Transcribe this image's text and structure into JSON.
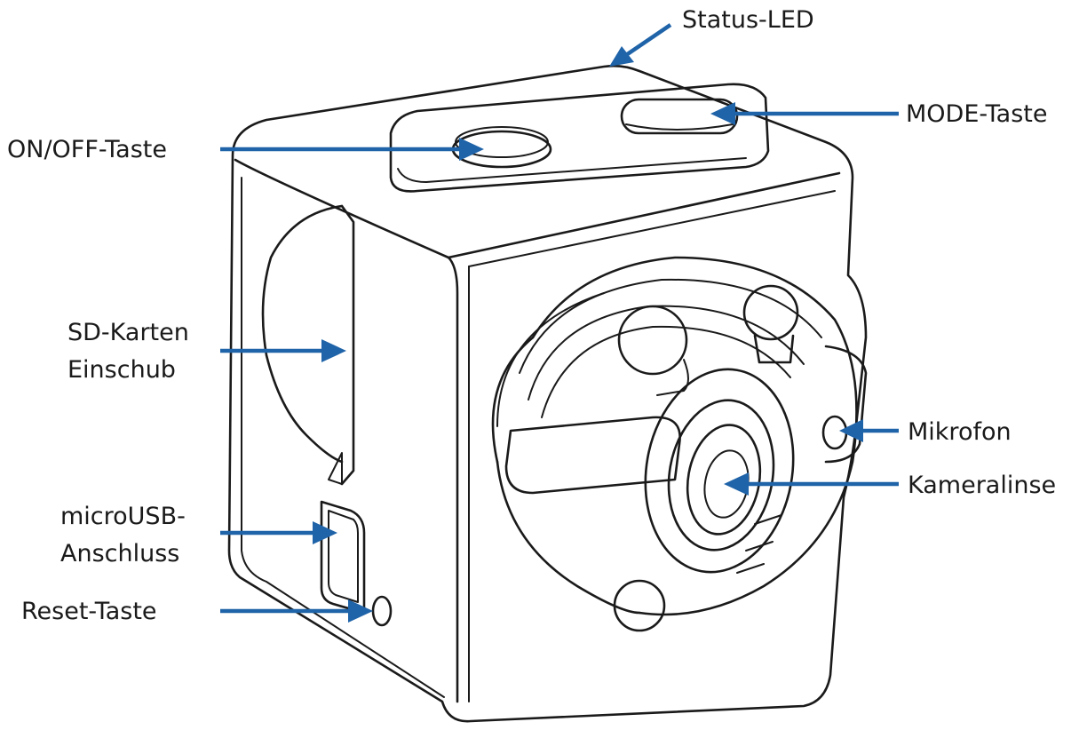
{
  "labels": {
    "status_led": "Status-LED",
    "mode_button": "MODE-Taste",
    "on_off_button": "ON/OFF-Taste",
    "sd_slot_line1": "SD-Karten",
    "sd_slot_line2": "Einschub",
    "microphone": "Mikrofon",
    "camera_lens": "Kameralinse",
    "micro_usb_line1": "microUSB-",
    "micro_usb_line2": "Anschluss",
    "reset_button": "Reset-Taste"
  },
  "colors": {
    "arrow": "#1f63a8",
    "outline": "#1a1a1a",
    "background": "#ffffff"
  }
}
